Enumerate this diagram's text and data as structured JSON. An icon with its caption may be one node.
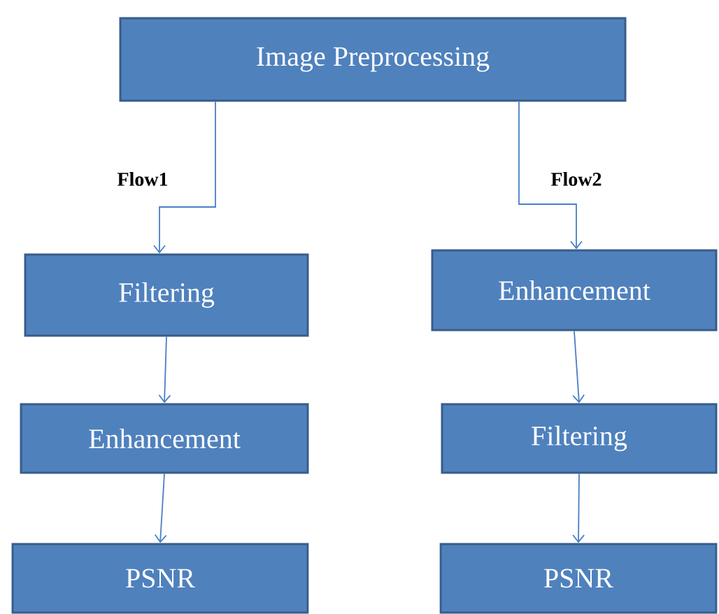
{
  "diagram": {
    "nodes": [
      {
        "text": [
          "Image Preprocessing"
        ]
      },
      {
        "text": [
          "Filtering"
        ]
      },
      {
        "text": [
          "Enhancement"
        ]
      },
      {
        "text": [
          "PSNR"
        ]
      },
      {
        "text": [
          "Enhancement"
        ]
      },
      {
        "text": [
          "Filtering"
        ]
      },
      {
        "text": [
          "PSNR"
        ]
      }
    ],
    "edges": [
      {
        "from": 0,
        "to": 1,
        "arrow": "to",
        "label": "Flow1"
      },
      {
        "from": 1,
        "to": 2,
        "arrow": "to"
      },
      {
        "from": 2,
        "to": 3,
        "arrow": "to"
      },
      {
        "from": 0,
        "to": 4,
        "arrow": "to",
        "label": "Flow2"
      },
      {
        "from": 4,
        "to": 5,
        "arrow": "to"
      },
      {
        "from": 5,
        "to": 6,
        "arrow": "to"
      }
    ]
  }
}
